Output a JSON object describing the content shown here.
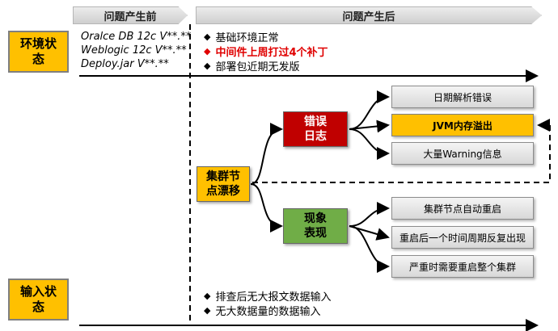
{
  "header": {
    "before_label": "问题产生前",
    "after_label": "问题产生后"
  },
  "env_state": {
    "label_line1": "环境状",
    "label_line2": "态",
    "before_items": [
      "Oralce DB 12c V**.**",
      "Weblogic 12c V**.**",
      "Deploy.jar V**.**"
    ],
    "after_items": [
      {
        "text": "基础环境正常",
        "highlight": false
      },
      {
        "text": "中间件上周打过4个补丁",
        "highlight": true
      },
      {
        "text": "部署包近期无发版",
        "highlight": false
      }
    ]
  },
  "input_state": {
    "label_line1": "输入状",
    "label_line2": "态",
    "after_items": [
      "排查后无大报文数据输入",
      "无大数据量的数据输入"
    ]
  },
  "root_node": {
    "line1": "集群节",
    "line2": "点漂移"
  },
  "error_node": {
    "line1": "错误",
    "line2": "日志"
  },
  "symptom_node": {
    "line1": "现象",
    "line2": "表现"
  },
  "error_leaves": [
    "日期解析错误",
    "JVM内存溢出",
    "大量Warning信息"
  ],
  "symptom_leaves": [
    "集群节点自动重启",
    "重启后一个时间周期反复出现",
    "严重时需要重启整个集群"
  ],
  "colors": {
    "state_fill": "#ffc000",
    "error_fill": "#c00000",
    "symptom_fill": "#70ad47",
    "highlight_text": "#e00000"
  }
}
